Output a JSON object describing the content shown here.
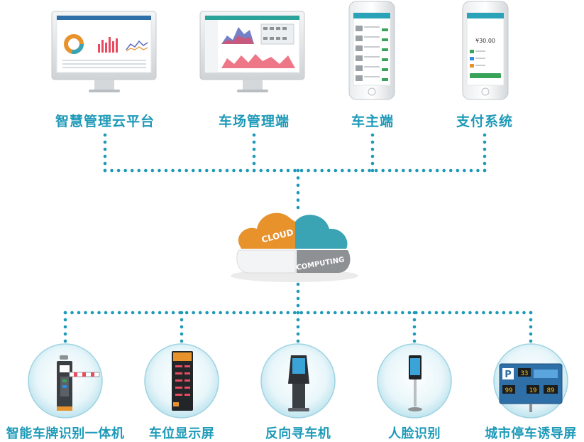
{
  "top_nodes": [
    {
      "id": "platform",
      "label": "智慧管理云平台",
      "icon": "desktop-monitor-dashboard-icon"
    },
    {
      "id": "lot",
      "label": "车场管理端",
      "icon": "desktop-monitor-charts-icon"
    },
    {
      "id": "owner",
      "label": "车主端",
      "icon": "smartphone-app-list-icon"
    },
    {
      "id": "pay",
      "label": "支付系统",
      "icon": "smartphone-payment-icon"
    }
  ],
  "payment_screen": {
    "amount": "¥30.00"
  },
  "cloud": {
    "word1": "CLOUD",
    "word2": "COMPUTING",
    "icon": "cloud-puzzle-icon"
  },
  "bottom_nodes": [
    {
      "id": "lpr",
      "label": "智能车牌识别一体机",
      "icon": "license-plate-barrier-gate-icon"
    },
    {
      "id": "space",
      "label": "车位显示屏",
      "icon": "parking-space-display-icon"
    },
    {
      "id": "find",
      "label": "反向寻车机",
      "icon": "car-finder-kiosk-icon"
    },
    {
      "id": "face",
      "label": "人脸识别",
      "icon": "face-recognition-terminal-icon"
    },
    {
      "id": "guide",
      "label": "城市停车诱导屏",
      "icon": "parking-guidance-screen-icon"
    }
  ],
  "guide_screen": {
    "badge": "P",
    "readout1": "33",
    "readout2": "99",
    "readout3": "19",
    "readout4": "89"
  },
  "colors": {
    "accent": "#1e9ab8",
    "dot": "#1e9ab8",
    "cloud_orange": "#e8922c",
    "cloud_teal": "#3aa4b4",
    "cloud_gray": "#8d9193"
  }
}
